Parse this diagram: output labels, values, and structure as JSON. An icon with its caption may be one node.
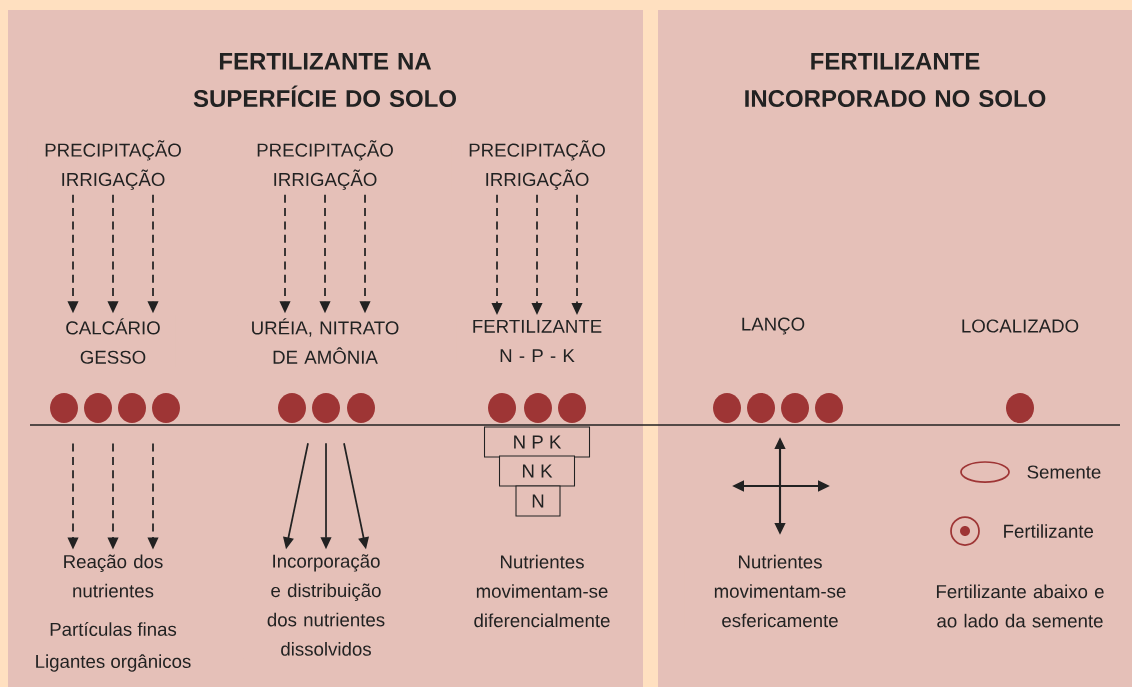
{
  "diagram": {
    "nodes": [
      {
        "text": [
          "FERTILIZANTE NA SUPERFÍCIE DO SOLO"
        ]
      },
      {
        "text": [
          "FERTILIZANTE INCORPORADO NO SOLO"
        ]
      },
      {
        "text": [
          "PRECIPITAÇÃO IRRIGAÇÃO"
        ],
        "in": 0
      },
      {
        "text": [
          "PRECIPITAÇÃO IRRIGAÇÃO"
        ],
        "in": 0
      },
      {
        "text": [
          "PRECIPITAÇÃO IRRIGAÇÃO"
        ],
        "in": 0
      },
      {
        "text": [
          "CALCÁRIO GESSO"
        ],
        "in": 0
      },
      {
        "text": [
          "URÉIA, NITRATO DE AMÔNIA"
        ],
        "in": 0
      },
      {
        "text": [
          "FERTILIZANTE N - P - K"
        ],
        "in": 0
      },
      {
        "text": [
          "LANÇO"
        ],
        "in": 1
      },
      {
        "text": [
          "LOCALIZADO"
        ],
        "in": 1
      },
      {
        "text": [
          "N P K"
        ],
        "in": 0
      },
      {
        "text": [
          "N K"
        ],
        "in": 0
      },
      {
        "text": [
          "N"
        ],
        "in": 0
      },
      {
        "text": [
          "Reação dos nutrientes"
        ],
        "in": 0,
        "beside": [
          "Partículas finas",
          "Ligantes orgânicos"
        ]
      },
      {
        "text": [
          "Incorporação e distribuição dos nutrientes dissolvidos"
        ],
        "in": 0
      },
      {
        "text": [
          "Nutrientes movimentam-se diferencialmente"
        ],
        "in": 0
      },
      {
        "text": [
          "Nutrientes movimentam-se esfericamente"
        ],
        "in": 1
      },
      {
        "text": [
          "Fertilizante abaixo e ao lado da semente"
        ],
        "in": 1
      }
    ],
    "edges": [
      {
        "from": 2,
        "to": 5,
        "arrow": "to",
        "style": "dashed"
      },
      {
        "from": 2,
        "to": 5,
        "arrow": "to",
        "style": "dashed"
      },
      {
        "from": 2,
        "to": 5,
        "arrow": "to",
        "style": "dashed"
      },
      {
        "from": 3,
        "to": 6,
        "arrow": "to",
        "style": "dashed"
      },
      {
        "from": 3,
        "to": 6,
        "arrow": "to",
        "style": "dashed"
      },
      {
        "from": 3,
        "to": 6,
        "arrow": "to",
        "style": "dashed"
      },
      {
        "from": 4,
        "to": 7,
        "arrow": "to",
        "style": "dashed"
      },
      {
        "from": 4,
        "to": 7,
        "arrow": "to",
        "style": "dashed"
      },
      {
        "from": 4,
        "to": 7,
        "arrow": "to",
        "style": "dashed"
      },
      {
        "from": null,
        "to": 13,
        "arrow": "to",
        "style": "dashed"
      },
      {
        "from": null,
        "to": 13,
        "arrow": "to",
        "style": "dashed"
      },
      {
        "from": null,
        "to": 13,
        "arrow": "to",
        "style": "dashed"
      },
      {
        "from": null,
        "to": 14,
        "arrow": "to"
      },
      {
        "from": null,
        "to": 14,
        "arrow": "to"
      },
      {
        "from": null,
        "to": 14,
        "arrow": "to"
      }
    ],
    "legend": [
      {
        "text": "Semente"
      },
      {
        "text": "Fertilizante"
      }
    ]
  }
}
